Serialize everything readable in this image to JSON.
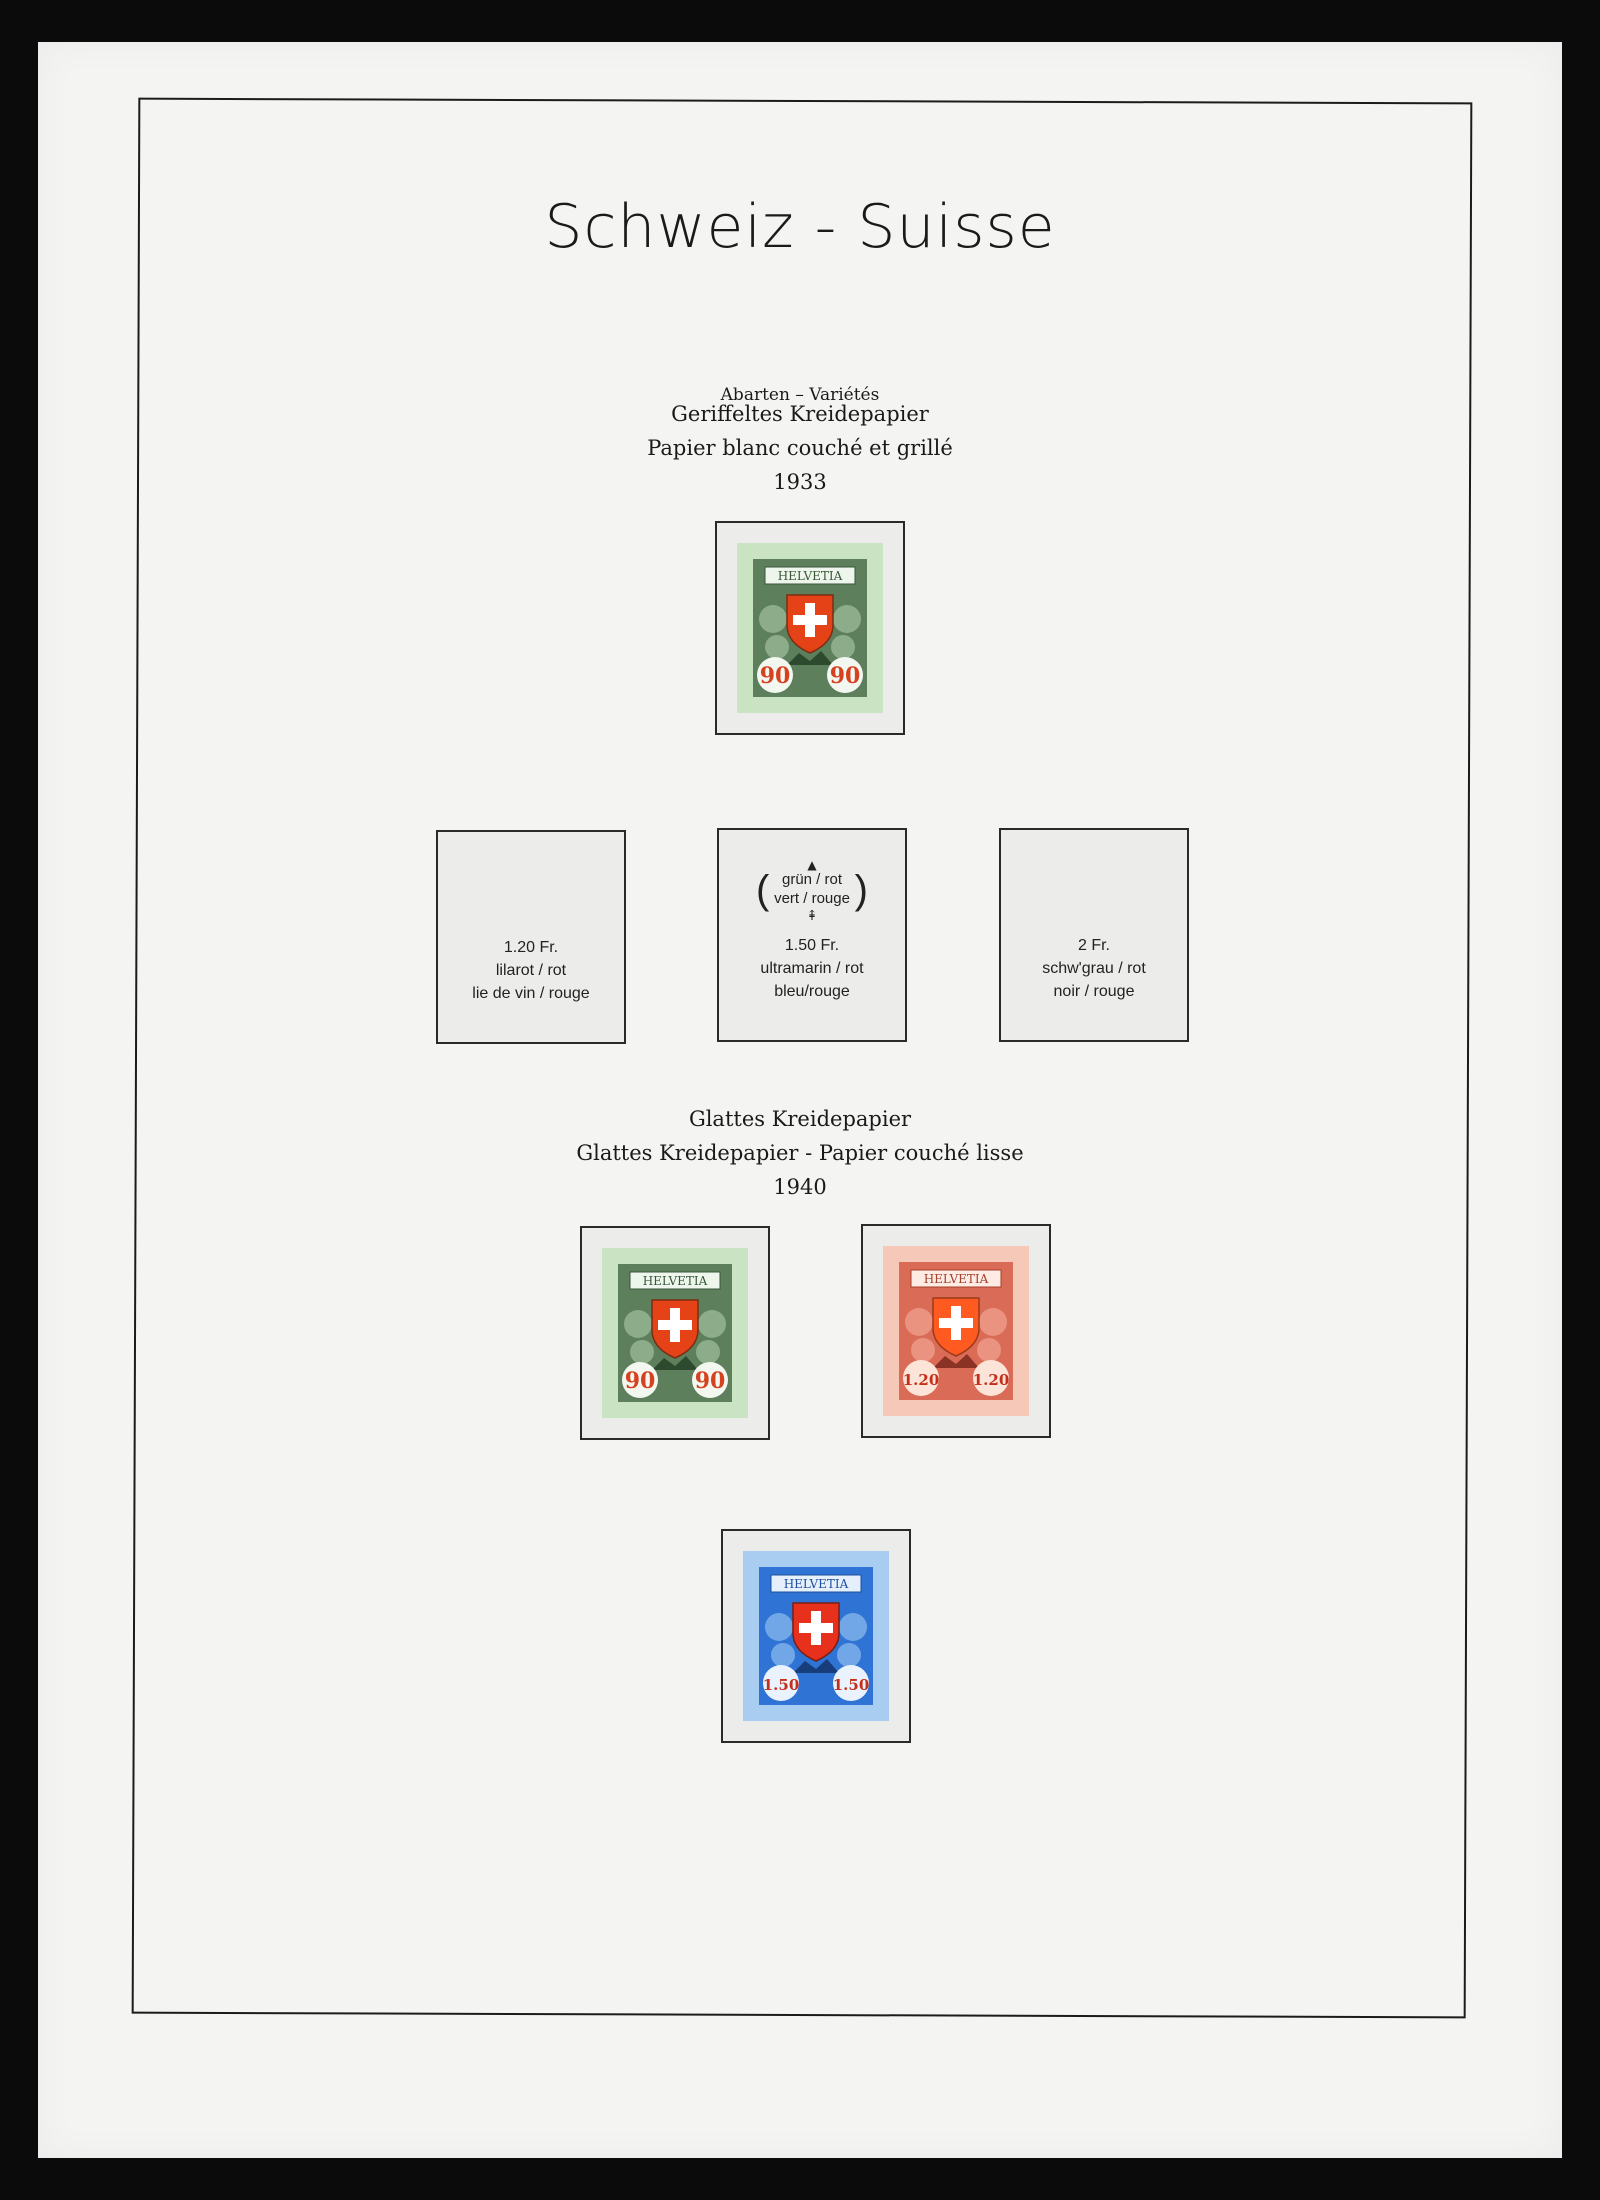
{
  "header": {
    "title": "Schweiz - Suisse",
    "subtitle": "Abarten – Variétés"
  },
  "section1": {
    "line1": "Geriffeltes Kreidepapier",
    "line2": "Papier blanc couché et grillé",
    "year": "1933"
  },
  "section2": {
    "line1": "Glattes Kreidepapier",
    "line2": "Glattes Kreidepapier - Papier couché lisse",
    "year": "1940"
  },
  "empty_mounts": [
    {
      "value": "1.20 Fr.",
      "color_de": "lilarot / rot",
      "color_fr": "lie de vin / rouge"
    },
    {
      "value": "1.50 Fr.",
      "color_de": "ultramarin / rot",
      "color_fr": "bleu/rouge",
      "overprint_top": "grün / rot",
      "overprint_bottom": "vert / rouge"
    },
    {
      "value": "2 Fr.",
      "color_de": "schw'grau / rot",
      "color_fr": "noir / rouge"
    }
  ],
  "stamps": [
    {
      "id": "s1",
      "country": "HELVETIA",
      "denom_left": "90",
      "denom_right": "90",
      "frame_color": "#5d7f5c",
      "denom_color": "#d6421f",
      "bg_color": "#c9e3c3",
      "icon": "swiss-cross-shield"
    },
    {
      "id": "s2",
      "country": "HELVETIA",
      "denom_left": "90",
      "denom_right": "90",
      "frame_color": "#5d7f5c",
      "denom_color": "#d6421f",
      "bg_color": "#c9e3c3",
      "icon": "swiss-cross-shield"
    },
    {
      "id": "s3",
      "country": "HELVETIA",
      "denom_left": "1.20",
      "denom_right": "1.20",
      "frame_color": "#d96b57",
      "denom_color": "#d33a22",
      "bg_color": "#f6c8b8",
      "icon": "swiss-cross-shield"
    },
    {
      "id": "s4",
      "country": "HELVETIA",
      "denom_left": "1.50",
      "denom_right": "1.50",
      "frame_color": "#2f74d4",
      "denom_color": "#d33a22",
      "bg_color": "#a9cdf0",
      "icon": "swiss-cross-shield"
    }
  ]
}
